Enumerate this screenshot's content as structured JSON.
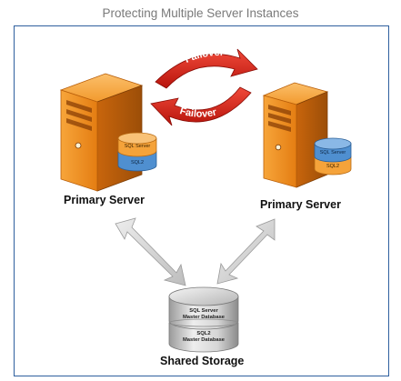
{
  "title": "Protecting Multiple Server Instances",
  "failover_top": "Failover",
  "failover_bottom": "Failover",
  "server_left": {
    "label": "Primary Server",
    "db_top": "SQL Server",
    "db_bottom": "SQL2"
  },
  "server_right": {
    "label": "Primary Server",
    "db_top": "SQL Server",
    "db_bottom": "SQL2"
  },
  "storage": {
    "label": "Shared Storage",
    "disk_top_line1": "SQL Server",
    "disk_top_line2": "Master Database",
    "disk_bottom_line1": "SQL2",
    "disk_bottom_line2": "Master Database"
  },
  "colors": {
    "frame": "#2e5f9e",
    "server_orange": "#f08c1e",
    "failover_red": "#d9261c",
    "db_orange": "#f5a33a",
    "db_blue": "#4f8fd0",
    "arrow_grey": "#cfcfcf"
  }
}
